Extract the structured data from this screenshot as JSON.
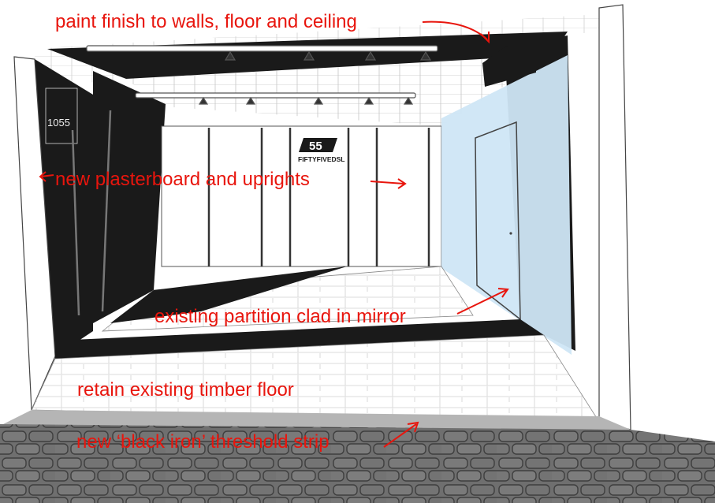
{
  "annotations": {
    "paint": "paint finish to walls, floor and ceiling",
    "plasterboard": "new plasterboard and uprights",
    "mirror": "existing partition clad in mirror",
    "floor": "retain existing timber floor",
    "threshold": "new ‘black iron’ threshold strip"
  },
  "signage": {
    "logo_text": "FIFTYFIVEDSL",
    "logo_mark": "55",
    "side_panel_number": "1055"
  },
  "colors": {
    "annotation": "#e8150d",
    "black_band": "#1a1a1a",
    "mirror": "#cfe6f5",
    "threshold": "#6b6b6b"
  }
}
